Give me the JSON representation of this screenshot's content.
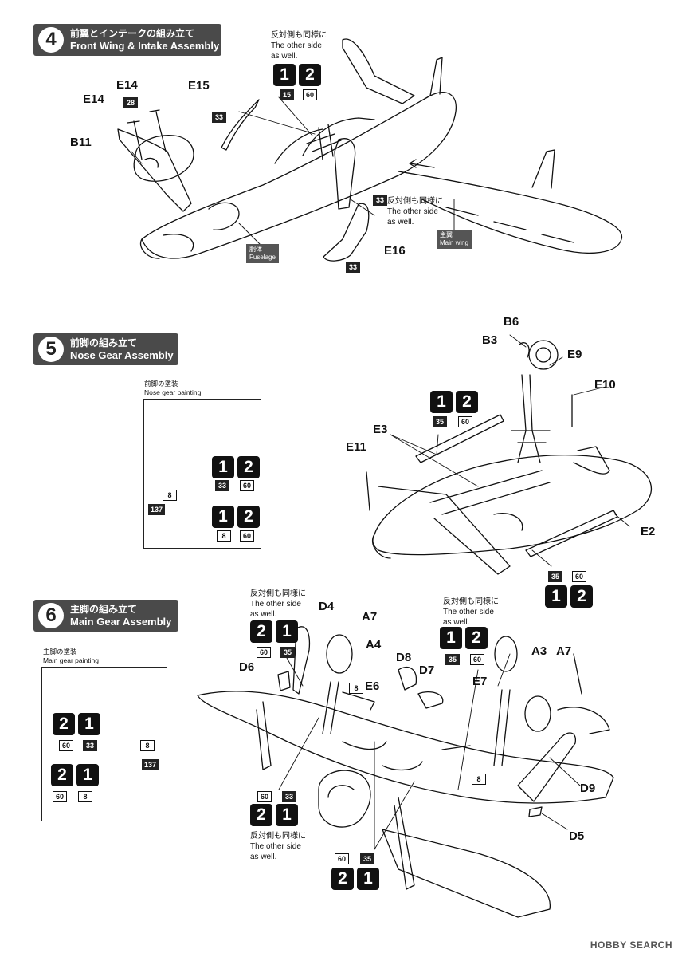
{
  "steps": [
    {
      "number": "4",
      "title_jp": "前翼とインテークの組み立て",
      "title_en": "Front Wing & Intake Assembly"
    },
    {
      "number": "5",
      "title_jp": "前脚の組み立て",
      "title_en": "Nose Gear Assembly"
    },
    {
      "number": "6",
      "title_jp": "主脚の組み立て",
      "title_en": "Main Gear Assembly"
    }
  ],
  "notes": {
    "jp": "反対側も同様に",
    "en1": "The other side",
    "en2": "as well."
  },
  "step4": {
    "parts": [
      "E14",
      "E14",
      "B11",
      "E15",
      "E16"
    ],
    "paints": [
      "28",
      "33",
      "15",
      "60",
      "33",
      "33"
    ],
    "tag_fuselage": {
      "jp": "胴体",
      "en": "Fuselage"
    },
    "tag_wing": {
      "jp": "主翼",
      "en": "Main wing"
    }
  },
  "step5": {
    "parts": [
      "B6",
      "B3",
      "E9",
      "E10",
      "E3",
      "E11",
      "E2"
    ],
    "paint_caption": {
      "jp": "前脚の塗装",
      "en": "Nose gear painting"
    },
    "box_paints": [
      "33",
      "60",
      "8",
      "137",
      "8",
      "60"
    ],
    "main_paints": [
      "35",
      "60",
      "35",
      "60"
    ]
  },
  "step6": {
    "parts": [
      "D4",
      "A7",
      "A4",
      "D6",
      "D8",
      "D7",
      "E6",
      "E7",
      "A3",
      "A7",
      "D9",
      "D5"
    ],
    "paint_caption": {
      "jp": "主脚の塗装",
      "en": "Main gear painting"
    },
    "box_paints": [
      "60",
      "33",
      "8",
      "137",
      "60",
      "8"
    ],
    "main_paints": [
      "60",
      "35",
      "35",
      "60",
      "60",
      "33",
      "60",
      "35",
      "8",
      "8"
    ]
  },
  "badges": {
    "one": "1",
    "two": "2"
  },
  "watermark": "HOBBY SEARCH"
}
